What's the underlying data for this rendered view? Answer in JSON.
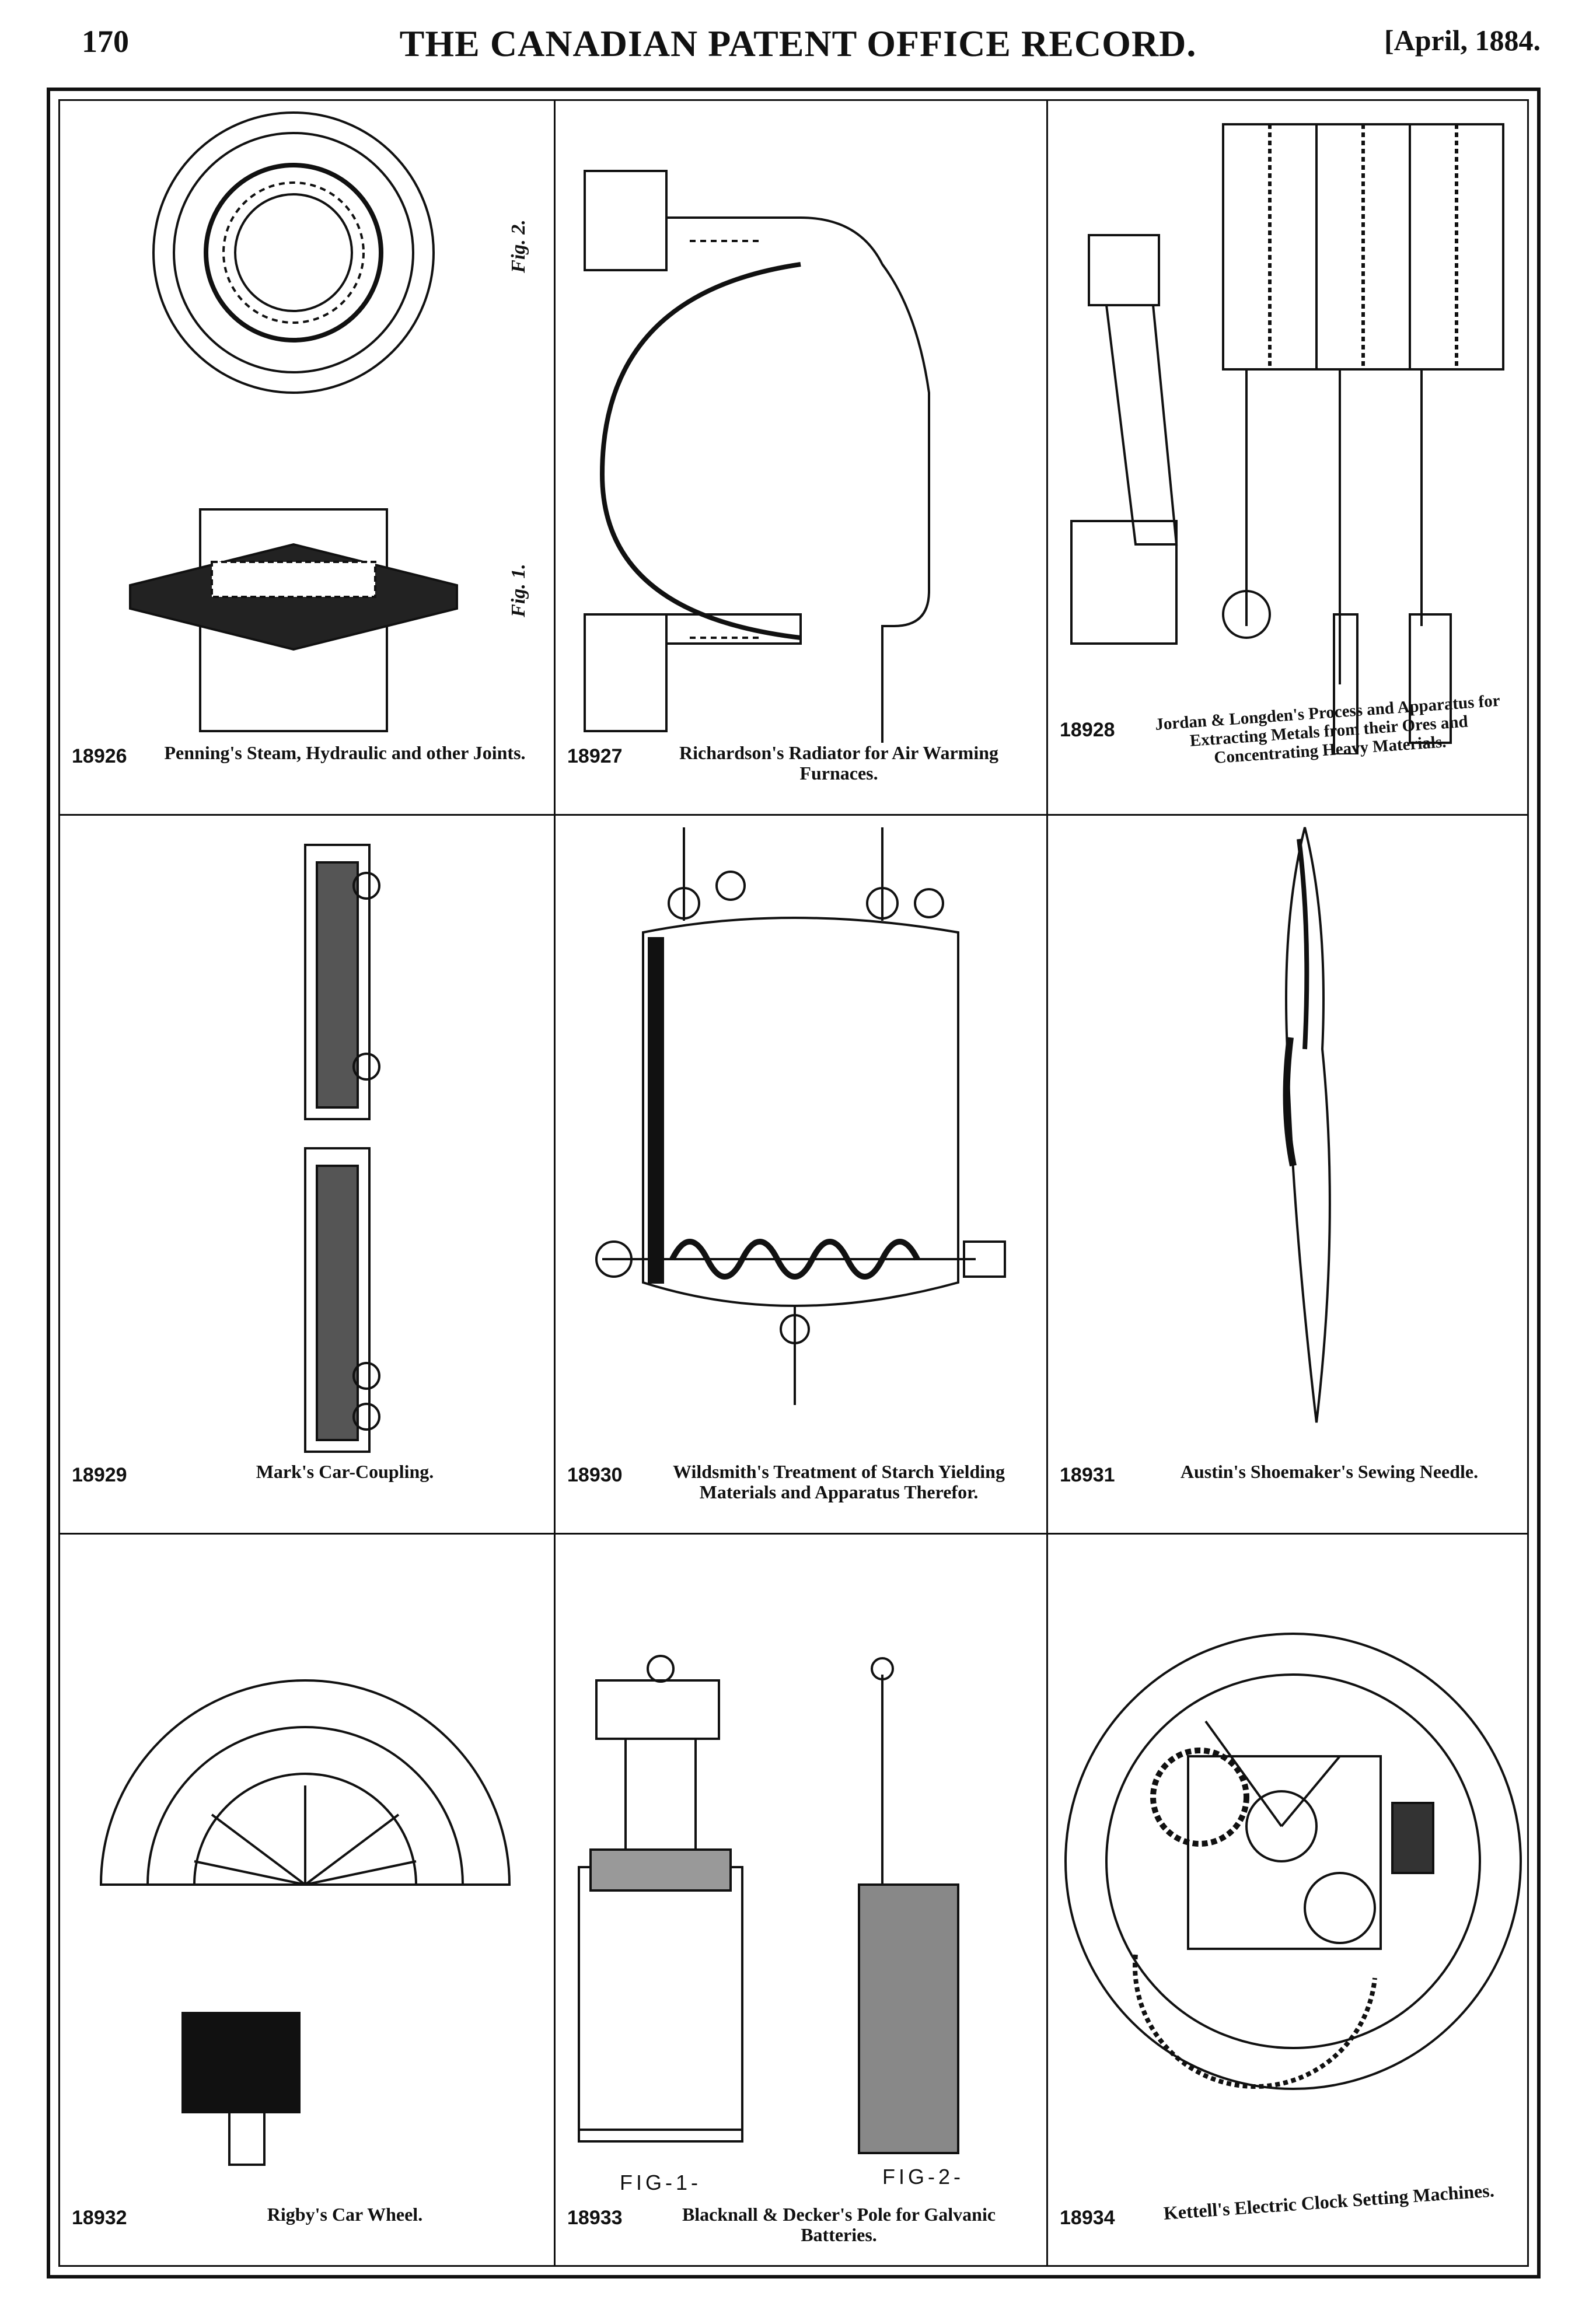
{
  "header": {
    "page_number": "170",
    "publication": "THE CANADIAN PATENT OFFICE RECORD.",
    "date": "[April, 1884."
  },
  "patents": [
    {
      "number": "18926",
      "title": "Penning's Steam, Hydraulic and other Joints.",
      "fig_labels": [
        "Fig. 2.",
        "Fig. 1."
      ]
    },
    {
      "number": "18927",
      "title": "Richardson's Radiator for Air Warming Furnaces."
    },
    {
      "number": "18928",
      "title": "Jordan & Longden's Process and Apparatus for Extracting Metals from their Ores and Concentrating Heavy Materials."
    },
    {
      "number": "18929",
      "title": "Mark's Car-Coupling."
    },
    {
      "number": "18930",
      "title": "Wildsmith's Treatment of Starch Yielding Materials and Apparatus Therefor."
    },
    {
      "number": "18931",
      "title": "Austin's Shoemaker's Sewing Needle."
    },
    {
      "number": "18932",
      "title": "Rigby's Car Wheel."
    },
    {
      "number": "18933",
      "title": "Blacknall & Decker's Pole for Galvanic Batteries.",
      "fig_labels": [
        "FIG-1-",
        "FIG-2-"
      ]
    },
    {
      "number": "18934",
      "title": "Kettell's Electric Clock Setting Machines."
    }
  ]
}
